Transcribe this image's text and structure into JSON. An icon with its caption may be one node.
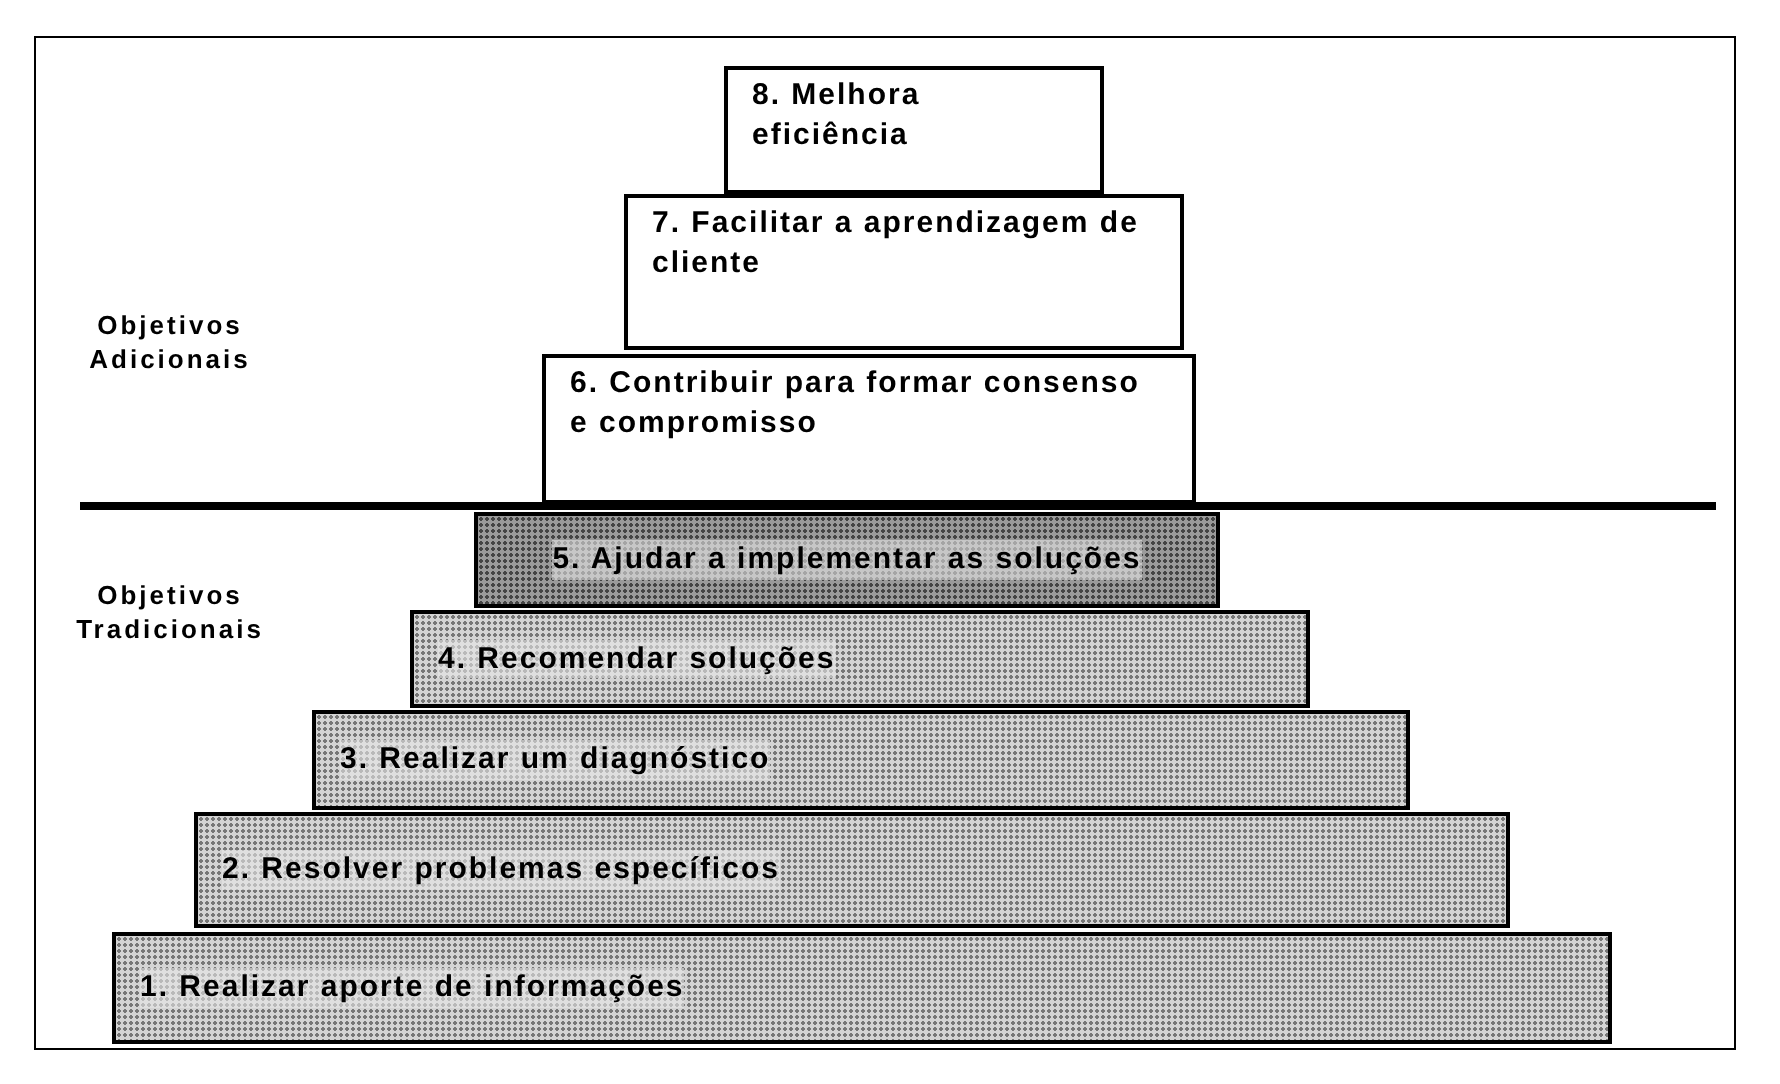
{
  "diagram": {
    "nodes": [
      {
        "text": [
          "8. Melhora eficiência"
        ]
      },
      {
        "text": [
          "7. Facilitar a aprendizagem de cliente"
        ]
      },
      {
        "text": [
          "6. Contribuir para formar consenso e compromisso"
        ]
      },
      {
        "text": [
          "5. Ajudar a implementar as soluções"
        ]
      },
      {
        "text": [
          "4. Recomendar soluções"
        ]
      },
      {
        "text": [
          "3. Realizar um diagnóstico"
        ]
      },
      {
        "text": [
          "2. Resolver problemas específicos"
        ]
      },
      {
        "text": [
          "1. Realizar aporte de informações"
        ]
      }
    ],
    "labels": [
      "Objetivos Adicionais",
      "Objetivos Tradicionais"
    ]
  }
}
